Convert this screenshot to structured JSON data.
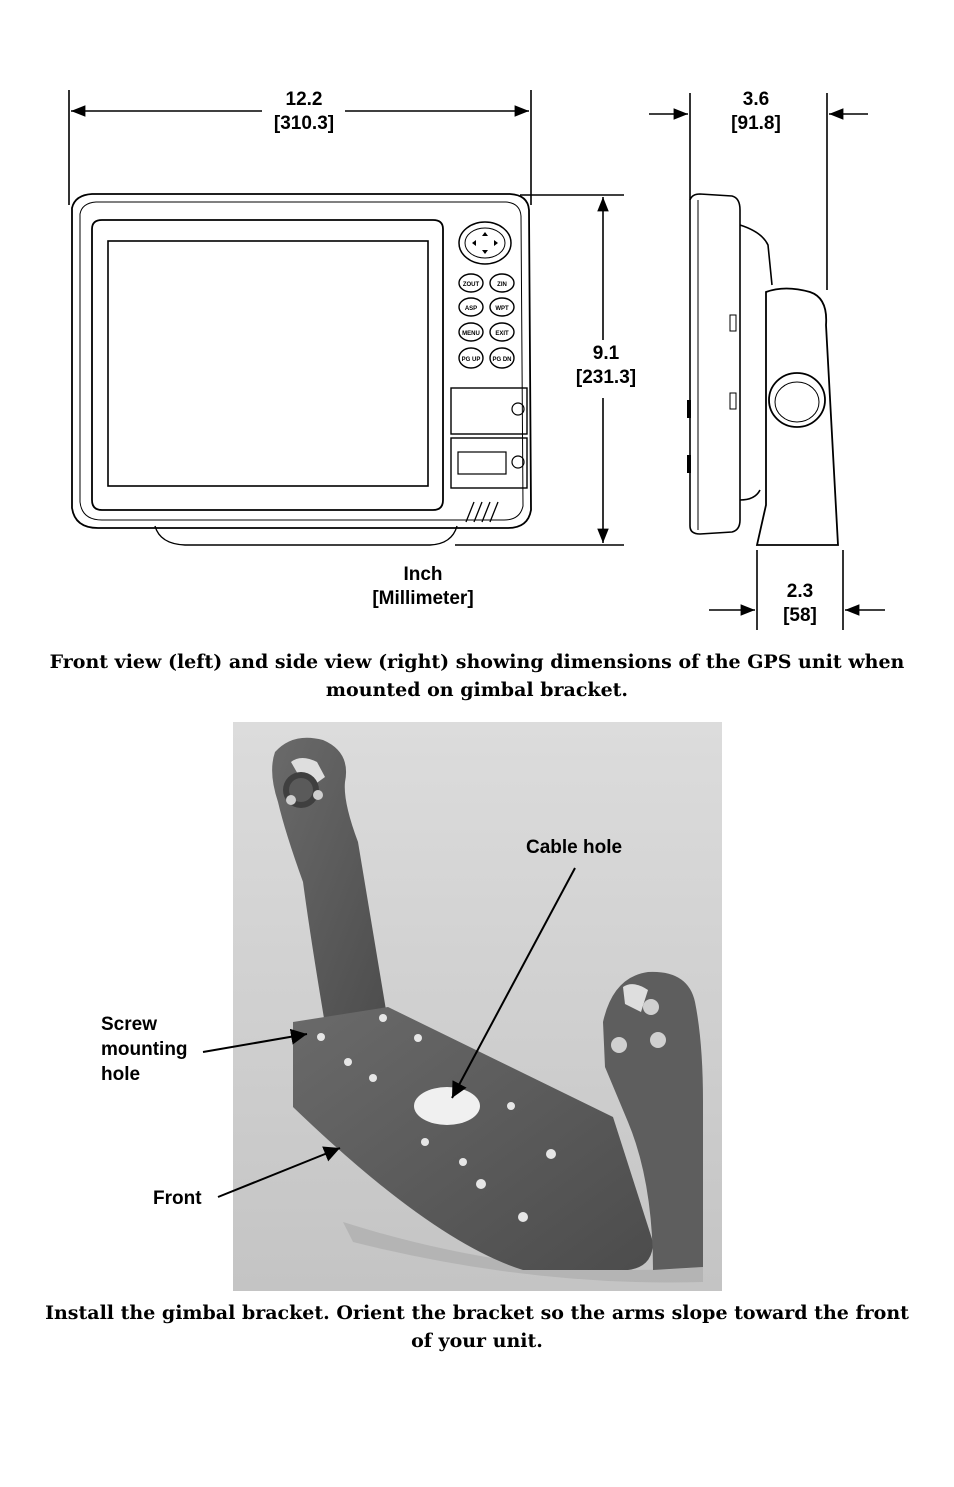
{
  "diagram": {
    "width_in": "12.2",
    "width_mm": "[310.3]",
    "depth_in": "3.6",
    "depth_mm": "[91.8]",
    "height_in": "9.1",
    "height_mm": "[231.3]",
    "base_in": "2.3",
    "base_mm": "[58]",
    "units_line1": "Inch",
    "units_line2": "[Millimeter]",
    "keypad_labels": [
      "ZOUT",
      "ZIN",
      "ASP",
      "WPT",
      "MENU",
      "EXIT",
      "PG UP",
      "PG DN"
    ]
  },
  "caption1": "Front view (left) and side view (right) showing dimensions of the GPS unit when mounted on gimbal bracket.",
  "photo_callouts": {
    "cable_hole": "Cable hole",
    "screw_line1": "Screw",
    "screw_line2": "mounting",
    "screw_line3": "hole",
    "front": "Front"
  },
  "caption2": "Install the gimbal bracket. Orient the bracket so the arms slope toward the front of your unit."
}
